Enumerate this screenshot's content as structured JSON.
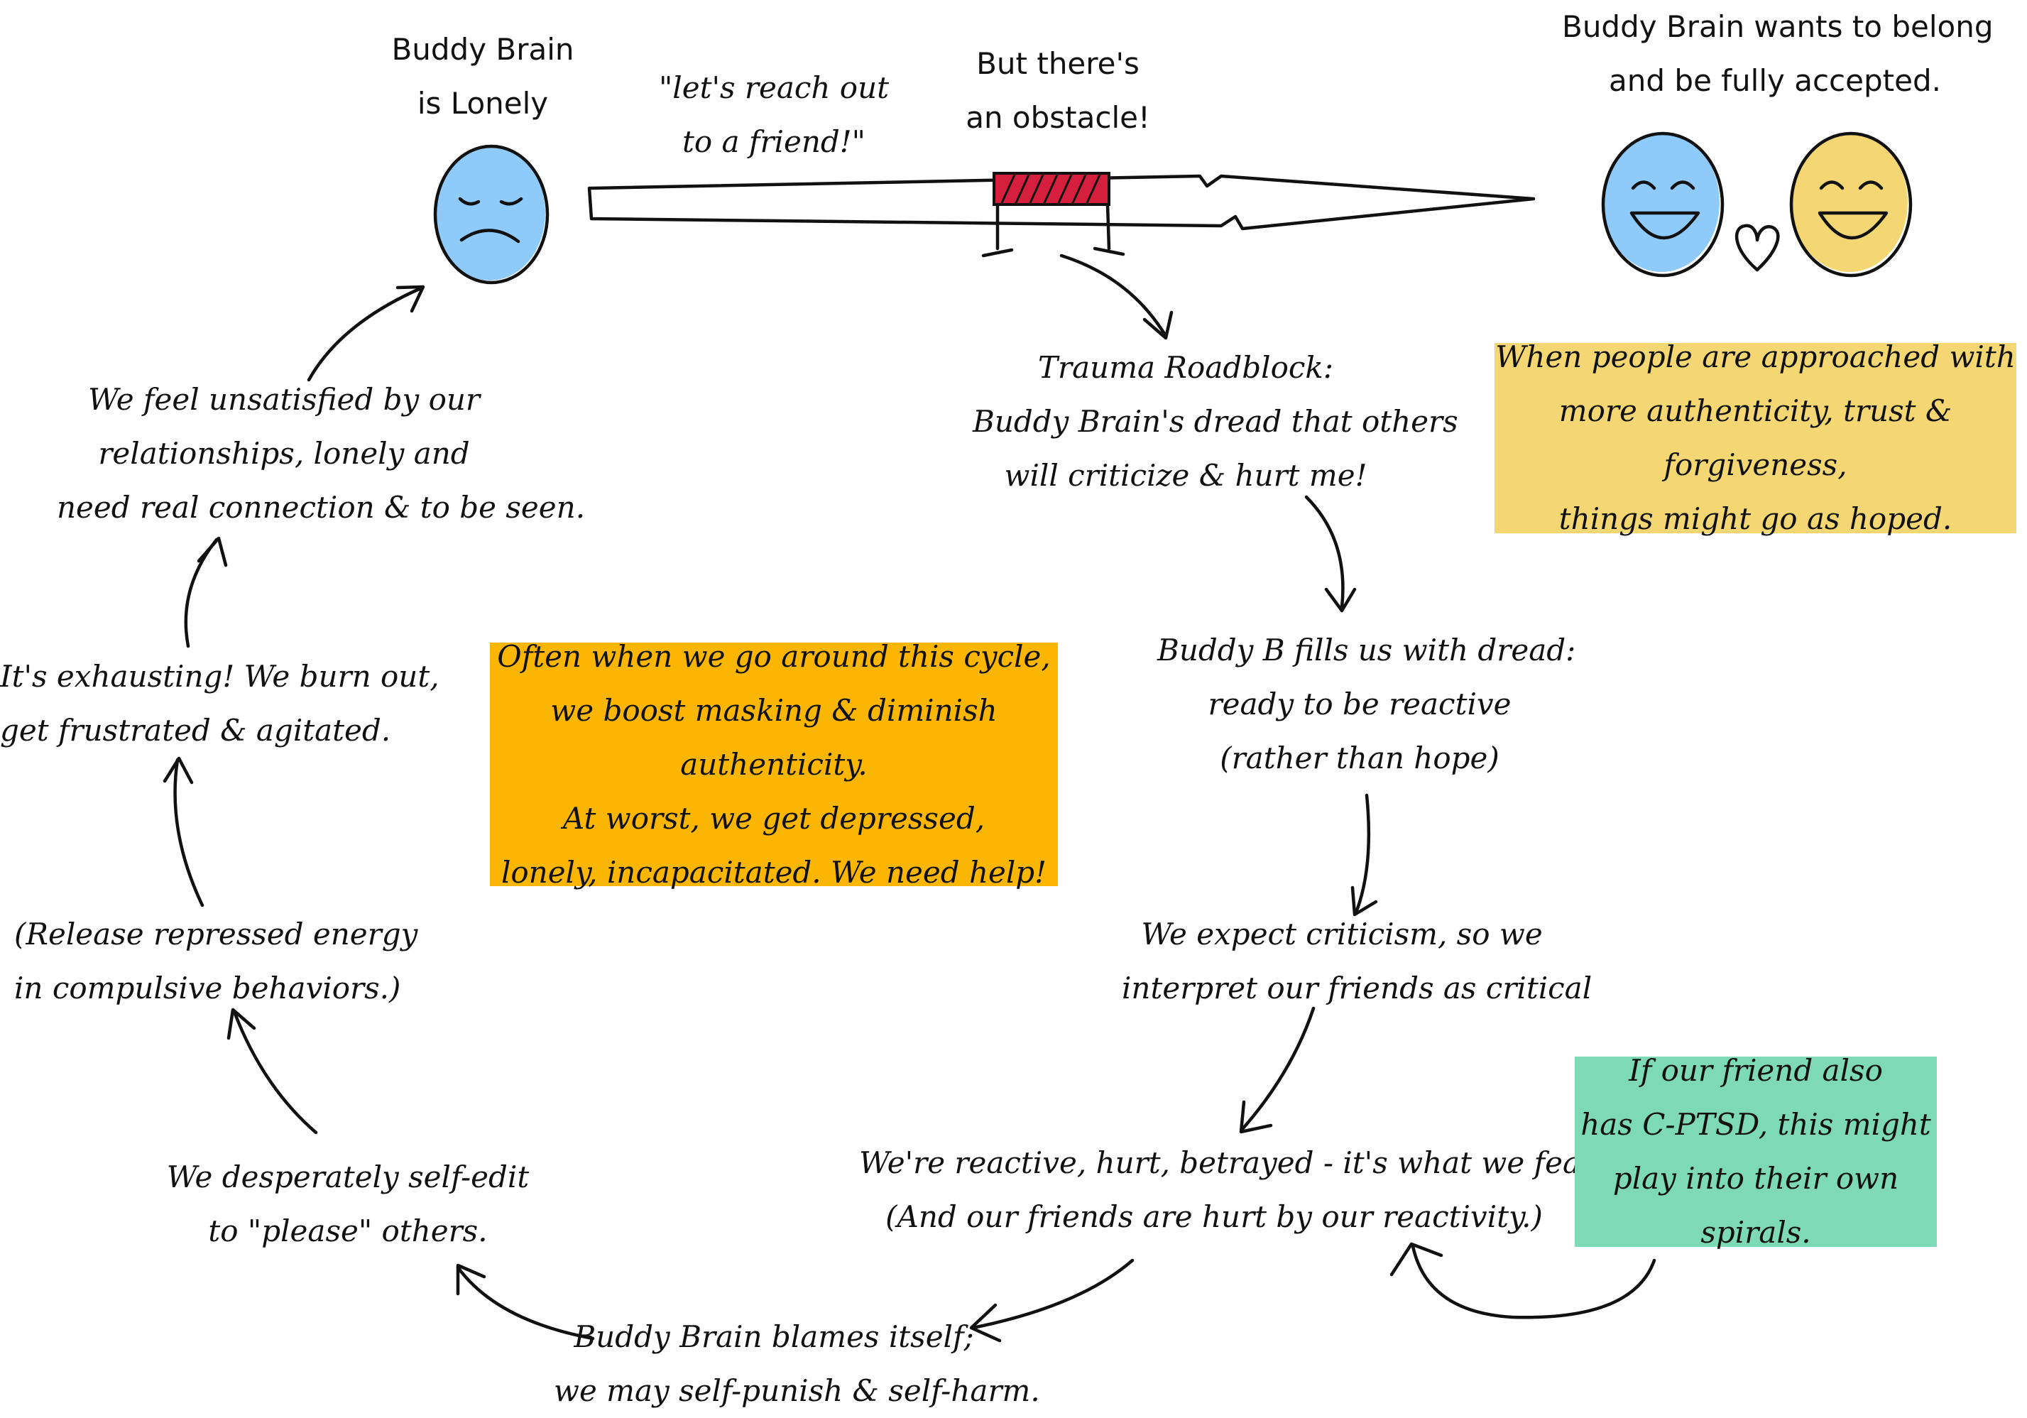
{
  "start": {
    "lines": [
      "Buddy Brain",
      "is Lonely"
    ]
  },
  "reach_out": {
    "lines": [
      "\"let's reach out",
      "to a friend!\""
    ]
  },
  "obstacle": {
    "lines": [
      "But there's",
      "an obstacle!"
    ]
  },
  "goal": {
    "lines": [
      "Buddy Brain wants to belong",
      "and be fully accepted."
    ]
  },
  "roadblock": {
    "lines": [
      "Trauma Roadblock:",
      "Buddy Brain's dread that others",
      "will criticize & hurt me!"
    ]
  },
  "dread": {
    "lines": [
      "Buddy B fills us with dread:",
      "ready to be reactive",
      "(rather than hope)"
    ]
  },
  "expect": {
    "lines": [
      "We expect criticism, so we",
      "interpret our friends as critical"
    ]
  },
  "reactive": {
    "lines": [
      "We're reactive, hurt, betrayed - it's what we feared!",
      "(And our friends are hurt by our reactivity.)"
    ]
  },
  "blame": {
    "lines": [
      "Buddy Brain blames itself;",
      "we may self-punish & self-harm."
    ]
  },
  "self_edit": {
    "lines": [
      "We desperately self-edit",
      "to \"please\" others."
    ]
  },
  "release": {
    "lines": [
      "(Release repressed energy",
      "in compulsive behaviors.)"
    ]
  },
  "exhausting": {
    "lines": [
      "It's exhausting! We burn out,",
      "get frustrated & agitated."
    ]
  },
  "unsatisfied": {
    "lines": [
      "We feel unsatisfied by our",
      "relationships, lonely and",
      "need real connection & to be seen."
    ]
  },
  "note_hope": {
    "lines": [
      "When people are approached with",
      "more authenticity, trust & forgiveness,",
      "things might go as hoped."
    ],
    "color": "#F4D772"
  },
  "note_cycle": {
    "lines": [
      "Often when we go around this cycle,",
      "we boost masking & diminish authenticity.",
      "At worst, we get depressed,",
      "lonely, incapacitated. We need help!"
    ],
    "color": "#FBB604"
  },
  "note_friend": {
    "lines": [
      "If our friend also",
      "has C-PTSD, this might",
      "play into their own spirals."
    ],
    "color": "#7ED9B6"
  },
  "colors": {
    "face_blue": "#8FCBFA",
    "face_yellow": "#F4D772",
    "barrier_red": "#D61F3C",
    "ink": "#111111"
  },
  "icons": [
    "sad-face-icon",
    "happy-face-blue-icon",
    "happy-face-yellow-icon",
    "heart-icon",
    "barrier-icon",
    "spear-arrow-icon"
  ]
}
